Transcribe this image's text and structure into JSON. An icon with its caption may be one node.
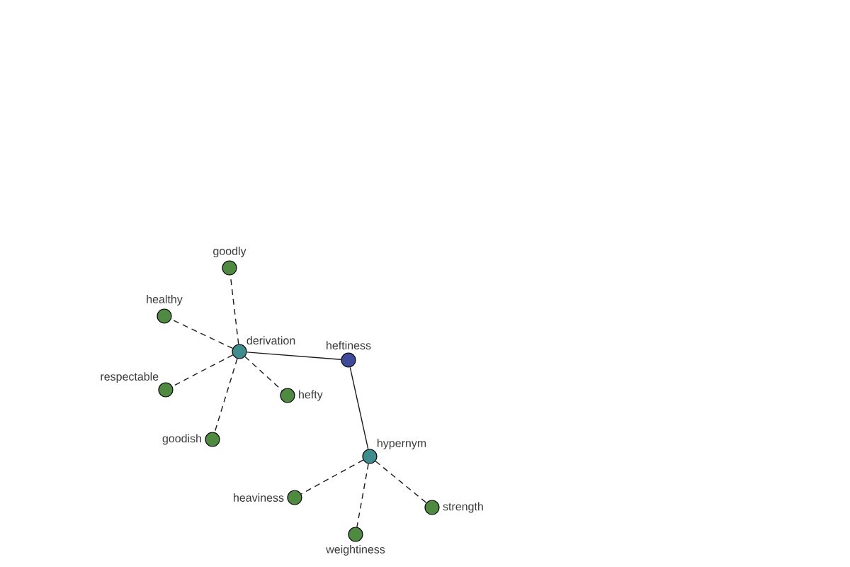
{
  "diagram": {
    "nodes": [
      {
        "text": [
          "goodly"
        ]
      },
      {
        "text": [
          "healthy"
        ]
      },
      {
        "text": [
          "derivation"
        ]
      },
      {
        "text": [
          "heftiness"
        ]
      },
      {
        "text": [
          "respectable"
        ]
      },
      {
        "text": [
          "hefty"
        ]
      },
      {
        "text": [
          "goodish"
        ]
      },
      {
        "text": [
          "hypernym"
        ]
      },
      {
        "text": [
          "heaviness"
        ]
      },
      {
        "text": [
          "strength"
        ]
      },
      {
        "text": [
          "weightiness"
        ]
      }
    ],
    "edges": [
      {
        "from": 3,
        "to": 2,
        "arrow": "none"
      },
      {
        "from": 3,
        "to": 7,
        "arrow": "none"
      },
      {
        "from": 2,
        "to": 0,
        "arrow": "none",
        "style": "dashed"
      },
      {
        "from": 2,
        "to": 1,
        "arrow": "none",
        "style": "dashed"
      },
      {
        "from": 2,
        "to": 4,
        "arrow": "none",
        "style": "dashed"
      },
      {
        "from": 2,
        "to": 5,
        "arrow": "none",
        "style": "dashed"
      },
      {
        "from": 2,
        "to": 6,
        "arrow": "none",
        "style": "dashed"
      },
      {
        "from": 7,
        "to": 8,
        "arrow": "none",
        "style": "dashed"
      },
      {
        "from": 7,
        "to": 10,
        "arrow": "none",
        "style": "dashed"
      },
      {
        "from": 7,
        "to": 9,
        "arrow": "none",
        "style": "dashed"
      }
    ]
  }
}
